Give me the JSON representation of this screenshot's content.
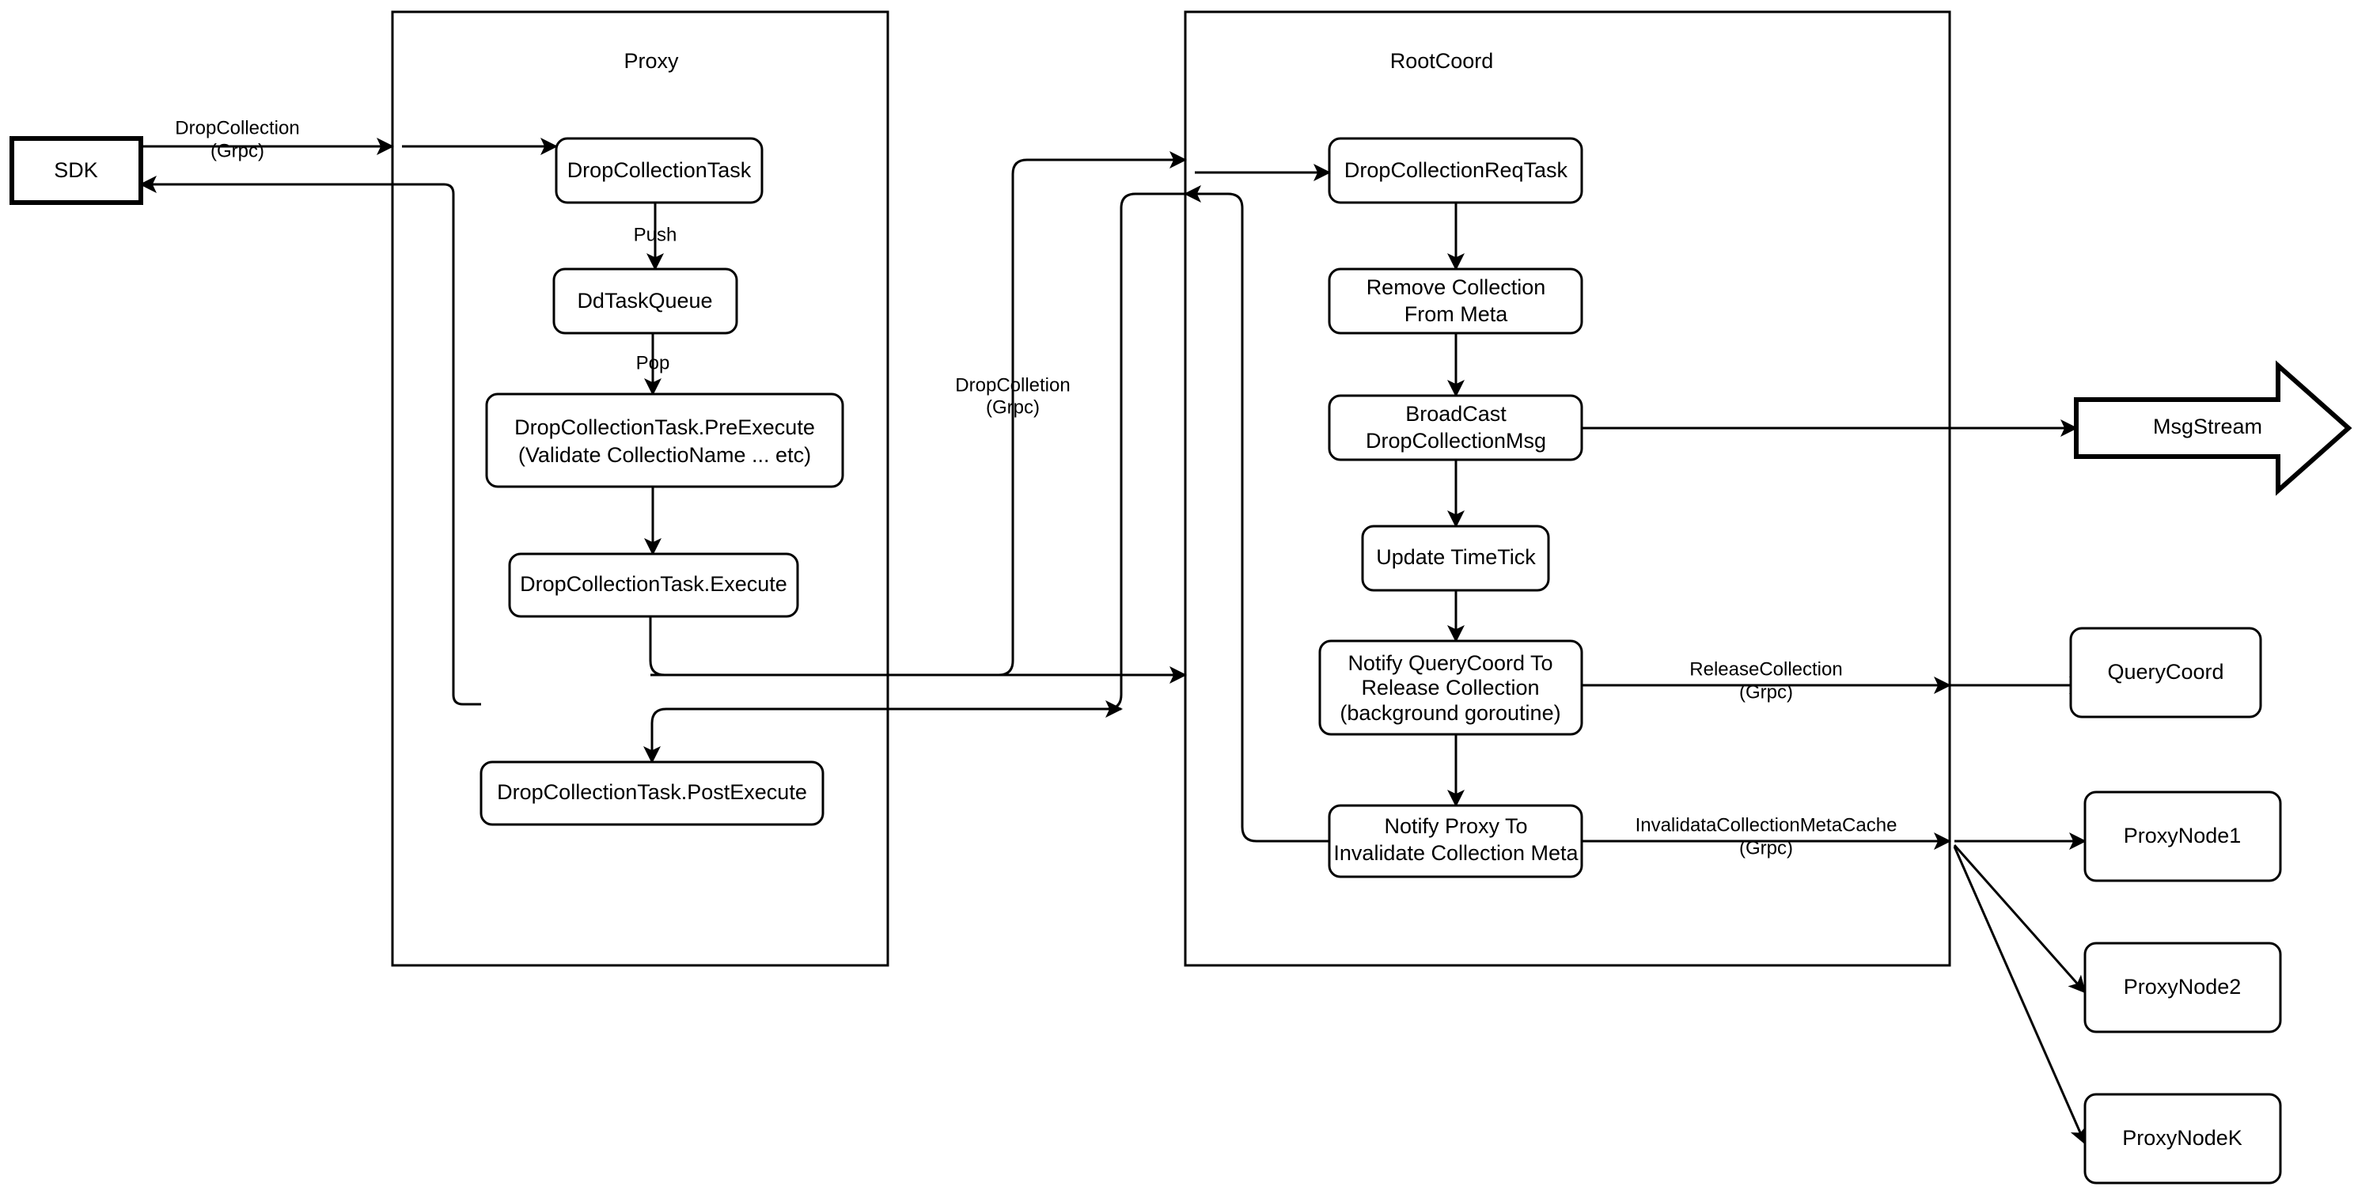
{
  "diagram": {
    "title_visible": false,
    "colors": {
      "stroke": "#000000",
      "fill": "#ffffff",
      "text": "#000000"
    },
    "containers": [
      {
        "id": "proxy",
        "label": "Proxy"
      },
      {
        "id": "rootcoord",
        "label": "RootCoord"
      }
    ],
    "nodes": {
      "sdk": {
        "label": "SDK"
      },
      "drop_collection_task": {
        "label": "DropCollectionTask"
      },
      "dd_task_queue": {
        "label": "DdTaskQueue"
      },
      "pre_execute_l1": {
        "label": "DropCollectionTask.PreExecute"
      },
      "pre_execute_l2": {
        "label": "(Validate CollectioName ... etc)"
      },
      "execute": {
        "label": "DropCollectionTask.Execute"
      },
      "post_execute": {
        "label": "DropCollectionTask.PostExecute"
      },
      "req_task": {
        "label": "DropCollectionReqTask"
      },
      "remove_meta_l1": {
        "label": "Remove Collection"
      },
      "remove_meta_l2": {
        "label": "From Meta"
      },
      "broadcast_l1": {
        "label": "BroadCast"
      },
      "broadcast_l2": {
        "label": "DropCollectionMsg"
      },
      "update_timetick": {
        "label": "Update TimeTick"
      },
      "notify_query_l1": {
        "label": "Notify QueryCoord To"
      },
      "notify_query_l2": {
        "label": "Release Collection"
      },
      "notify_query_l3": {
        "label": "(background goroutine)"
      },
      "notify_proxy_l1": {
        "label": "Notify Proxy To"
      },
      "notify_proxy_l2": {
        "label": "Invalidate Collection Meta"
      },
      "msgstream": {
        "label": "MsgStream"
      },
      "querycoord": {
        "label": "QueryCoord"
      },
      "proxynode1": {
        "label": "ProxyNode1"
      },
      "proxynode2": {
        "label": "ProxyNode2"
      },
      "proxynodek": {
        "label": "ProxyNodeK"
      }
    },
    "edge_labels": {
      "sdk_to_proxy_l1": {
        "label": "DropCollection"
      },
      "sdk_to_proxy_l2": {
        "label": "(Grpc)"
      },
      "push": {
        "label": "Push"
      },
      "pop": {
        "label": "Pop"
      },
      "proxy_to_root_l1": {
        "label": "DropColletion"
      },
      "proxy_to_root_l2": {
        "label": "(Grpc)"
      },
      "release_coll_l1": {
        "label": "ReleaseCollection"
      },
      "release_coll_l2": {
        "label": "(Grpc)"
      },
      "invalidate_l1": {
        "label": "InvalidataCollectionMetaCache"
      },
      "invalidate_l2": {
        "label": "(Grpc)"
      }
    }
  }
}
